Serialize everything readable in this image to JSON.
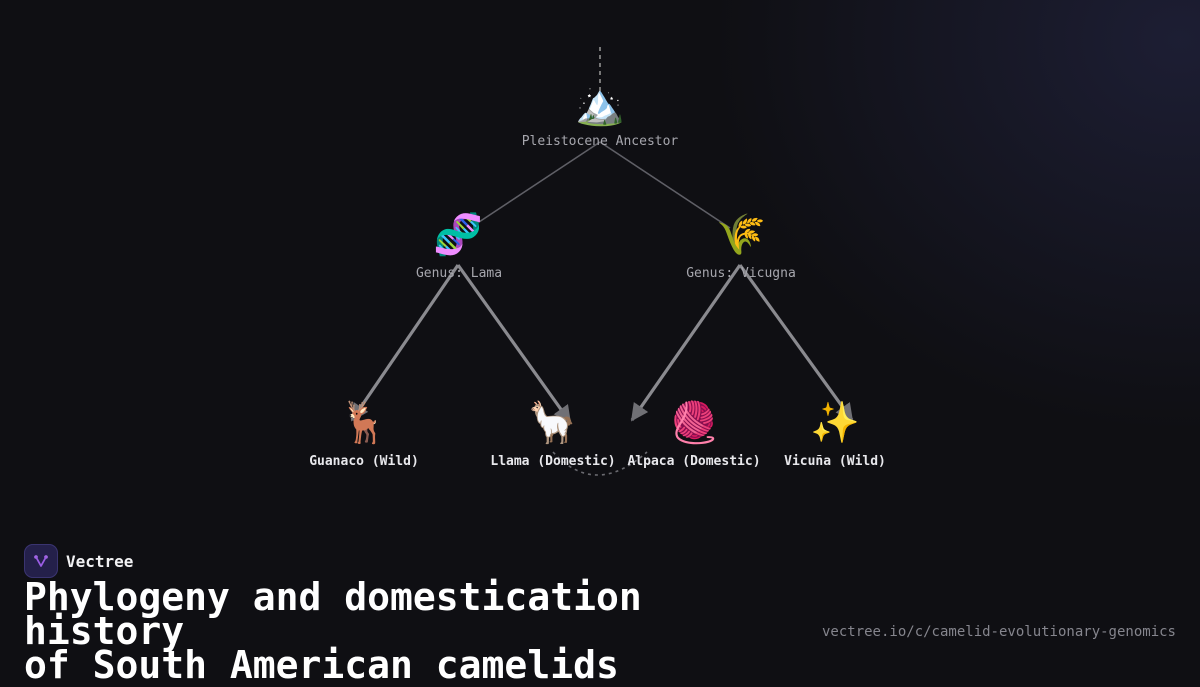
{
  "diagram": {
    "root": {
      "icon": "🏔️",
      "icon_name": "mountain-icon",
      "label": "Pleistocene Ancestor"
    },
    "genus_lama": {
      "icon": "🧬",
      "icon_name": "dna-icon",
      "label": "Genus: Lama"
    },
    "genus_vicugna": {
      "icon": "🌾",
      "icon_name": "wheat-icon",
      "label": "Genus: Vicugna"
    },
    "guanaco": {
      "icon": "🦌",
      "icon_name": "deer-icon",
      "label": "Guanaco (Wild)"
    },
    "llama": {
      "icon": "🦙",
      "icon_name": "llama-icon",
      "label": "Llama (Domestic)"
    },
    "alpaca": {
      "icon": "🧶",
      "icon_name": "yarn-icon",
      "label": "Alpaca (Domestic)"
    },
    "vicuna": {
      "icon": "✨",
      "icon_name": "sparkles-icon",
      "label": "Vicuña (Wild)"
    }
  },
  "brand": {
    "name": "Vectree",
    "logo_icon": "vectree-logo-icon",
    "accent_color": "#9b5de5"
  },
  "title": {
    "line1": "Phylogeny and domestication history",
    "line2": "of South American camelids"
  },
  "url": "vectree.io/c/camelid-evolutionary-genomics",
  "colors": {
    "background": "#0f0f13",
    "edge": "#5f5f66",
    "arrow": "#8a8a8f"
  }
}
